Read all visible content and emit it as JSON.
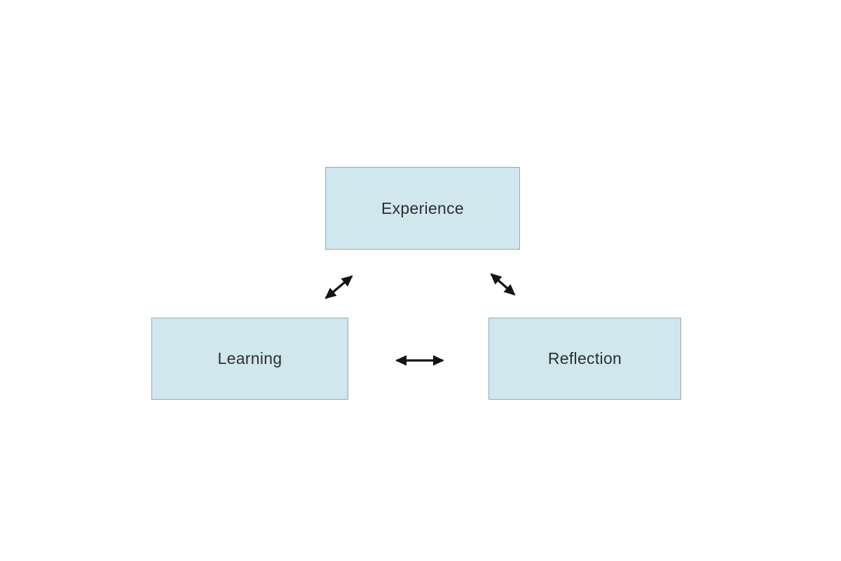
{
  "diagram": {
    "type": "relationship-diagram",
    "nodes": [
      {
        "id": "experience",
        "label": "Experience"
      },
      {
        "id": "learning",
        "label": "Learning"
      },
      {
        "id": "reflection",
        "label": "Reflection"
      }
    ],
    "connections": [
      {
        "from": "experience",
        "to": "learning",
        "bidirectional": true
      },
      {
        "from": "experience",
        "to": "reflection",
        "bidirectional": true
      },
      {
        "from": "learning",
        "to": "reflection",
        "bidirectional": true
      }
    ],
    "colors": {
      "node_fill": "#cfe7ed",
      "node_border": "#9aa7ab",
      "node_text": "#2b2f31",
      "arrow": "#141414",
      "background": "#ffffff"
    }
  }
}
